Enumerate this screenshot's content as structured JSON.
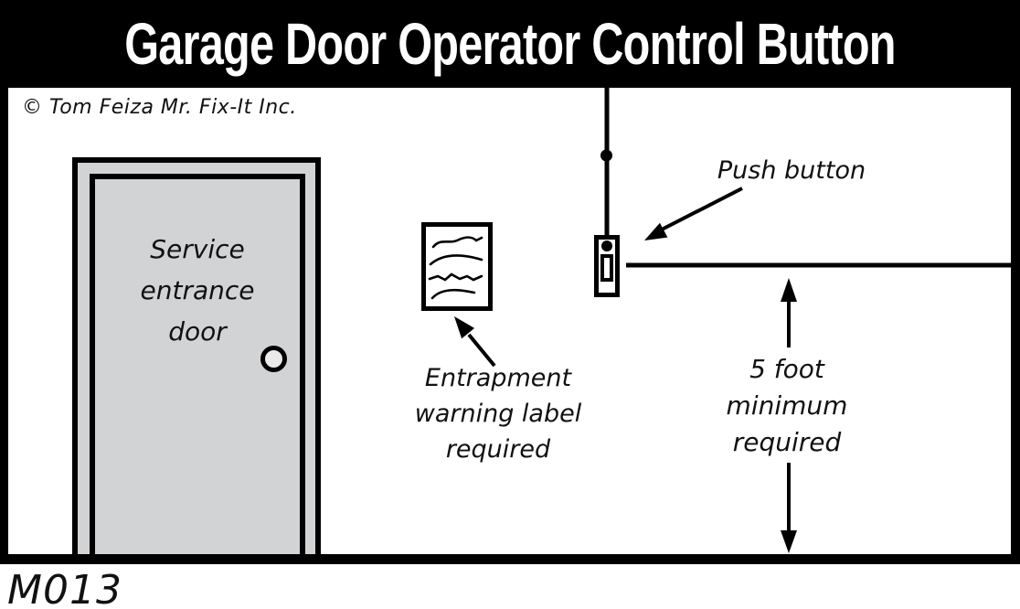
{
  "title_bar": {
    "title": "Garage Door Operator Control Button"
  },
  "copyright": "© Tom Feiza Mr. Fix-It Inc.",
  "diagram_code": "M013",
  "door": {
    "label_lines": [
      "Service",
      "entrance",
      "door"
    ]
  },
  "warning_label": {
    "caption_lines": [
      "Entrapment",
      "warning label",
      "required"
    ]
  },
  "push_button": {
    "label": "Push button"
  },
  "height_requirement": {
    "label_lines": [
      "5 foot",
      "minimum",
      "required"
    ]
  },
  "colors": {
    "ink": "#000000",
    "background": "#ffffff",
    "title_bar": "#000000",
    "title_text": "#ffffff",
    "door_fill": "#d2d3d4",
    "knob_fill": "#eaeaea"
  }
}
